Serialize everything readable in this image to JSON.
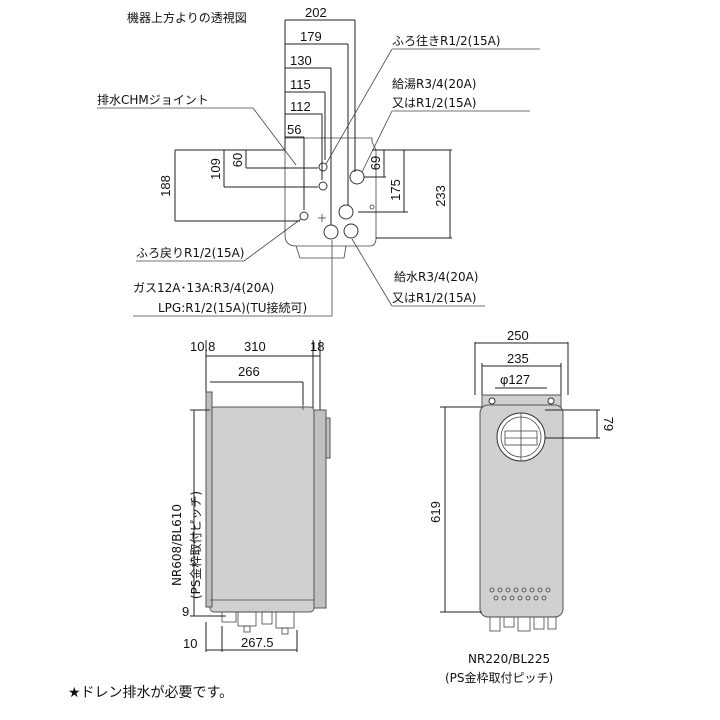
{
  "top_view": {
    "caption": "機器上方よりの透視図",
    "widths": [
      "202",
      "179",
      "130",
      "115",
      "112",
      "56"
    ],
    "left_heights": [
      "188",
      "109",
      "60"
    ],
    "right_heights": [
      "69",
      "175",
      "233"
    ],
    "labels": {
      "drain_joint": "排水CHMジョイント",
      "bath_out": "ふろ往きR1/2(15A)",
      "hot_line1": "給湯R3/4(20A)",
      "hot_line2": "又はR1/2(15A)",
      "bath_return": "ふろ戻りR1/2(15A)",
      "gas_line1": "ガス12A･13A:R3/4(20A)",
      "gas_line2": "LPG:R1/2(15A)(TU接続可)",
      "water_line1": "給水R3/4(20A)",
      "water_line2": "又はR1/2(15A)"
    }
  },
  "side_view": {
    "top_dims": [
      "10.8",
      "310",
      "18"
    ],
    "inner_dim": "266",
    "bottom_left_dims": [
      "9",
      "10"
    ],
    "bottom_dim": "267.5",
    "vertical_label_1": "NR608/BL610",
    "vertical_label_2": "(PS金枠取付ピッチ)"
  },
  "front_view": {
    "width_outer": "250",
    "width_inner": "235",
    "flue_diameter": "φ127",
    "flue_offset": "79",
    "height": "619",
    "caption_1": "NR220/BL225",
    "caption_2": "(PS金枠取付ピッチ)"
  },
  "note": "★ドレン排水が必要です。"
}
